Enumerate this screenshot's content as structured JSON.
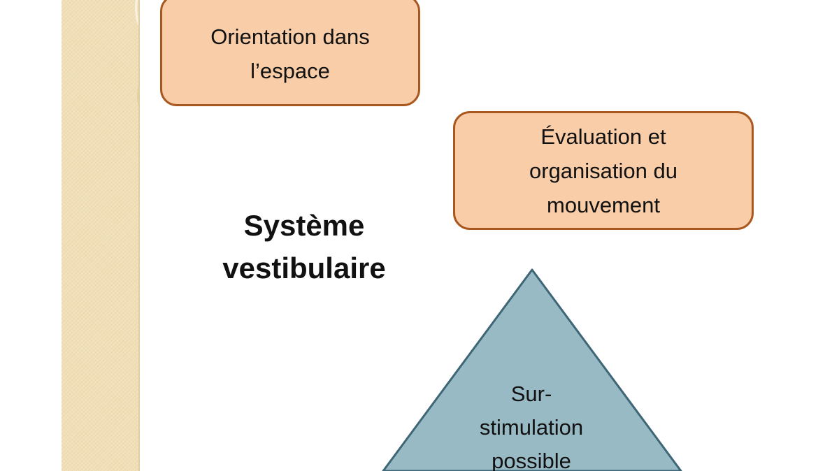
{
  "diagram": {
    "title": "Système\nvestibulaire",
    "nodes": [
      {
        "id": "orientation",
        "label": "Orientation dans\nl’espace",
        "shape": "rounded-rectangle",
        "fill": "#f8cda8",
        "stroke": "#a9581f"
      },
      {
        "id": "evaluation",
        "label": "Évaluation et\norganisation du\nmouvement",
        "shape": "rounded-rectangle",
        "fill": "#f8cda8",
        "stroke": "#a9581f"
      },
      {
        "id": "surstimulation",
        "label": "Sur-\nstimulation\npossible",
        "shape": "triangle",
        "fill": "#98bac4",
        "stroke": "#3e6677"
      }
    ]
  },
  "theme": {
    "background": "#ffffff",
    "left_strip": "#f0dfb7",
    "text": "#111111"
  }
}
